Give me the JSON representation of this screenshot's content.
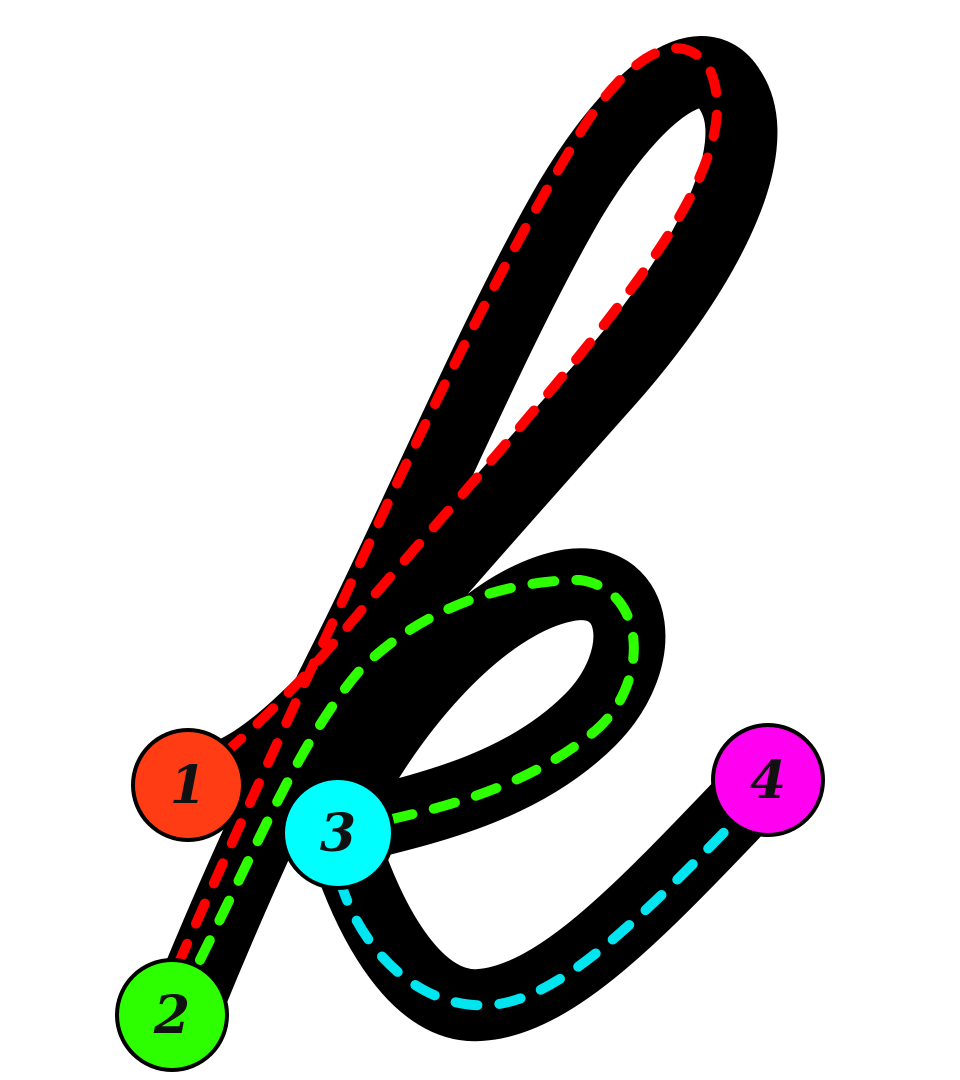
{
  "letter": {
    "glyph": "k",
    "style": "cursive",
    "stroke_color": "#000000",
    "background_color": "#ffffff"
  },
  "strokes": [
    {
      "order": "1",
      "color": "#ff0000",
      "marker_color": "#ff3c14",
      "dash_style": "dashed"
    },
    {
      "order": "2",
      "color": "#2dff00",
      "marker_color": "#2dff00",
      "dash_style": "dashed"
    },
    {
      "order": "3",
      "color": "#00e5f0",
      "marker_color": "#00ffff",
      "dash_style": "dashed"
    },
    {
      "order": "4",
      "color": "#00e5f0",
      "marker_color": "#ff00f0",
      "dash_style": "dashed"
    }
  ],
  "markers": {
    "m1": {
      "label": "1",
      "color": "#ff3c14"
    },
    "m2": {
      "label": "2",
      "color": "#2dff00"
    },
    "m3": {
      "label": "3",
      "color": "#00ffff"
    },
    "m4": {
      "label": "4",
      "color": "#ff00f0"
    }
  }
}
